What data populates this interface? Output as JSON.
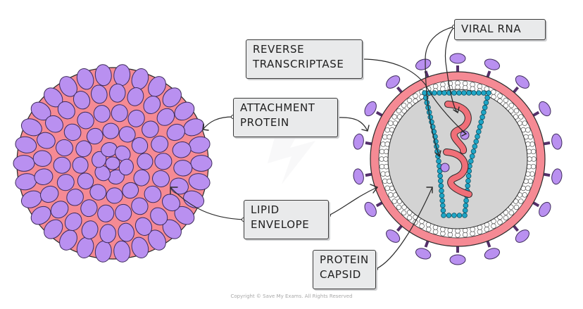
{
  "labels": {
    "viral_rna": "VIRAL RNA",
    "reverse_transcriptase": {
      "line1": "REVERSE",
      "line2": "TRANSCRIPTASE"
    },
    "attachment_protein": {
      "line1": "ATTACHMENT",
      "line2": "PROTEIN"
    },
    "lipid_envelope": {
      "line1": "LIPID",
      "line2": "ENVELOPE"
    },
    "protein_capsid": {
      "line1": "PROTEIN",
      "line2": "CAPSID"
    }
  },
  "copyright": "Copyright © Save My Exams. All Rights Reserved",
  "colors": {
    "envelope": "#f58a94",
    "protein": "#b990f0",
    "protein_outline": "#3e2b5c",
    "capsid": "#1fa6c6",
    "rna": "#f06f78",
    "label_bg": "#e9eaeb",
    "spike_stem": "#54306a"
  }
}
